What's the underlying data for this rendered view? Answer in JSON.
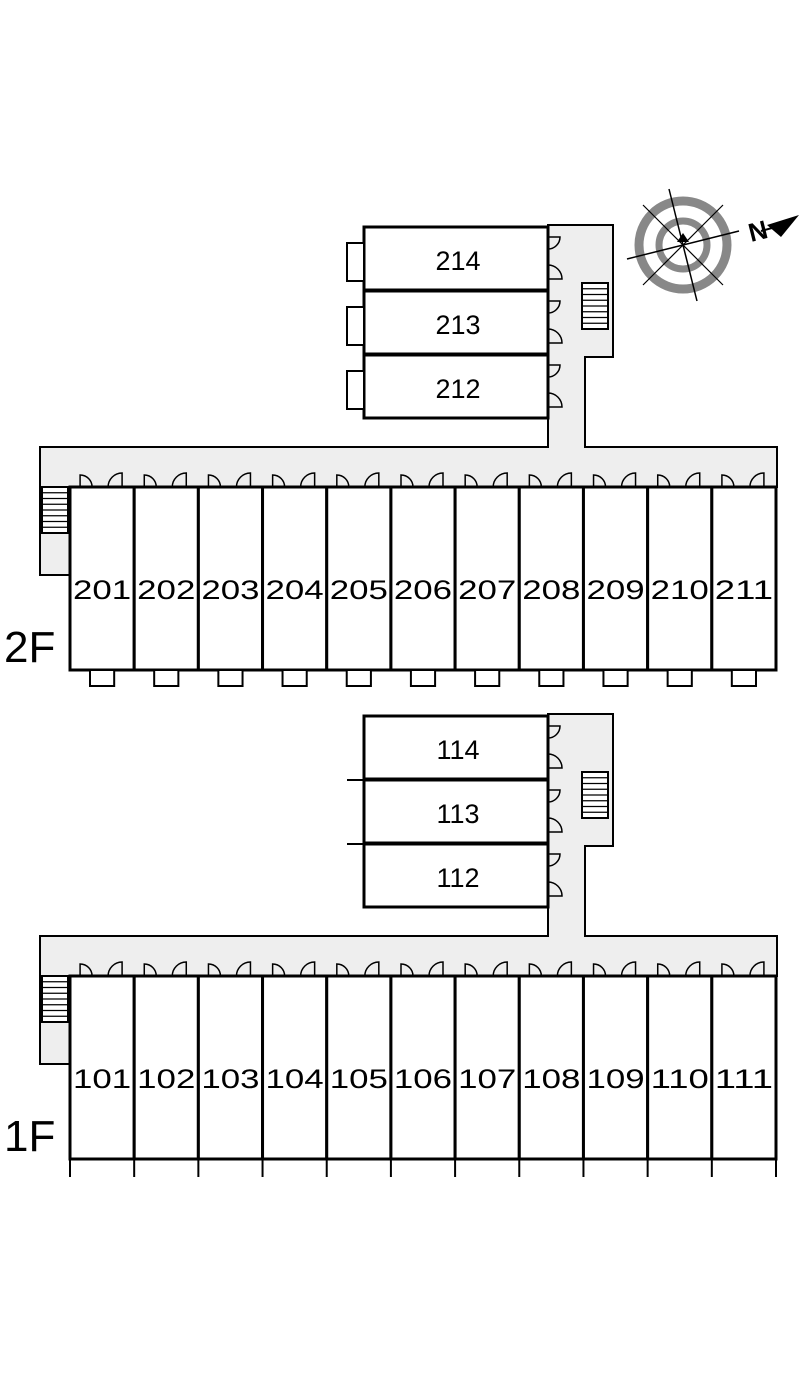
{
  "floors": [
    {
      "label": "2F",
      "row_units": [
        "201",
        "202",
        "203",
        "204",
        "205",
        "206",
        "207",
        "208",
        "209",
        "210",
        "211"
      ],
      "wing_units": [
        "214",
        "213",
        "212"
      ]
    },
    {
      "label": "1F",
      "row_units": [
        "101",
        "102",
        "103",
        "104",
        "105",
        "106",
        "107",
        "108",
        "109",
        "110",
        "111"
      ],
      "wing_units": [
        "114",
        "113",
        "112"
      ]
    }
  ],
  "compass": {
    "north_label": "N",
    "ring_color": "#888888"
  }
}
